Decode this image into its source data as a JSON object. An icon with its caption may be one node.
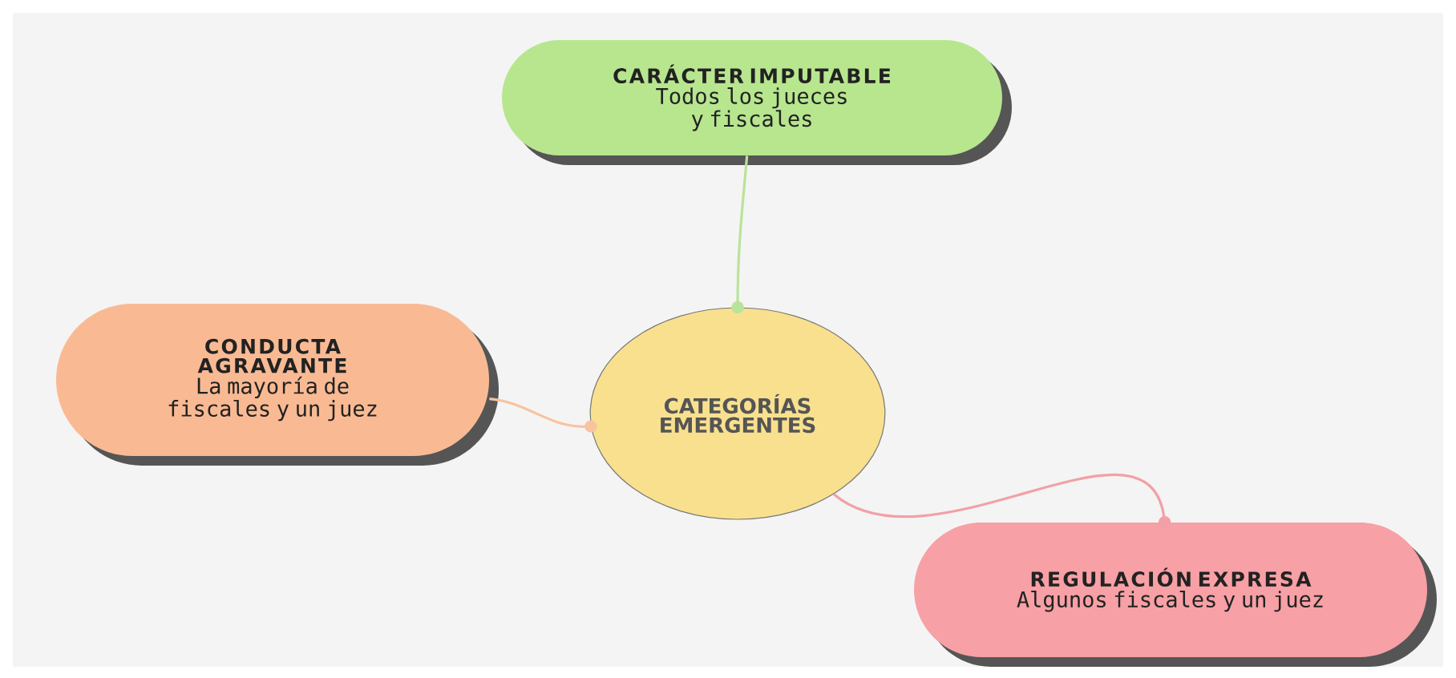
{
  "diagram": {
    "nodes": [
      {
        "text": [
          "CATEGORÍAS EMERGENTES"
        ]
      },
      {
        "text": [
          "CARÁCTER IMPUTABLE",
          "Todos los jueces y fiscales"
        ]
      },
      {
        "text": [
          "CONDUCTA AGRAVANTE",
          "La mayoría de fiscales y un juez"
        ]
      },
      {
        "text": [
          "REGULACIÓN EXPRESA",
          "Algunos fiscales y un juez"
        ]
      }
    ],
    "edges": [
      {
        "from": 1,
        "to": 0,
        "arrow": "other",
        "color": "#b9e39a"
      },
      {
        "from": 2,
        "to": 0,
        "arrow": "other",
        "color": "#f8c39e"
      },
      {
        "from": 0,
        "to": 3,
        "arrow": "other",
        "color": "#f2a0a6"
      }
    ]
  }
}
